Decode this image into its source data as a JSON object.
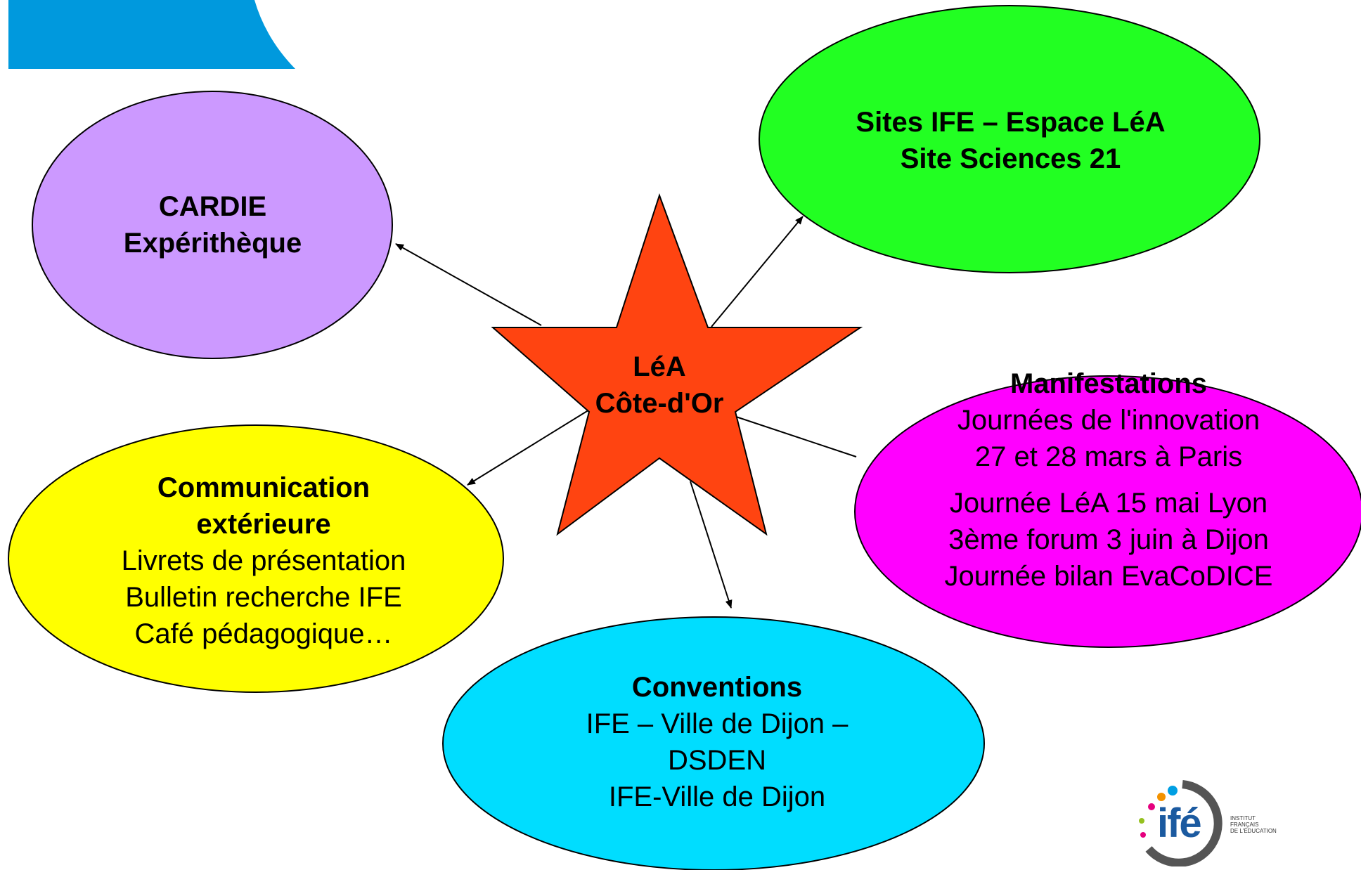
{
  "center": {
    "line1": "LéA",
    "line2": "Côte-d'Or"
  },
  "nodes": {
    "cardie": {
      "title": "CARDIE",
      "line2": "Expérithèque",
      "color": "#cc99ff"
    },
    "sites": {
      "title": "Sites IFE – Espace LéA",
      "line2": "Site Sciences 21",
      "color": "#22ff22"
    },
    "manifestations": {
      "title": "Manifestations",
      "lines": [
        "Journées de l'innovation",
        "27 et 28 mars à Paris",
        "Journée LéA 15 mai Lyon",
        "3ème forum 3 juin à Dijon",
        "Journée bilan EvaCoDICE"
      ],
      "color": "#ff00ff"
    },
    "communication": {
      "title1": "Communication",
      "title2": "extérieure",
      "lines": [
        "Livrets de présentation",
        "Bulletin recherche IFE",
        "Café pédagogique…"
      ],
      "color": "#ffff00"
    },
    "conventions": {
      "title": "Conventions",
      "lines": [
        "IFE – Ville de Dijon –",
        "DSDEN",
        "IFE-Ville de Dijon"
      ],
      "color": "#00ddff"
    }
  },
  "star_color": "#ff4411",
  "logo": {
    "word": "ifé",
    "line1": "INSTITUT",
    "line2": "FRANÇAIS",
    "line3": "DE L'ÉDUCATION"
  }
}
